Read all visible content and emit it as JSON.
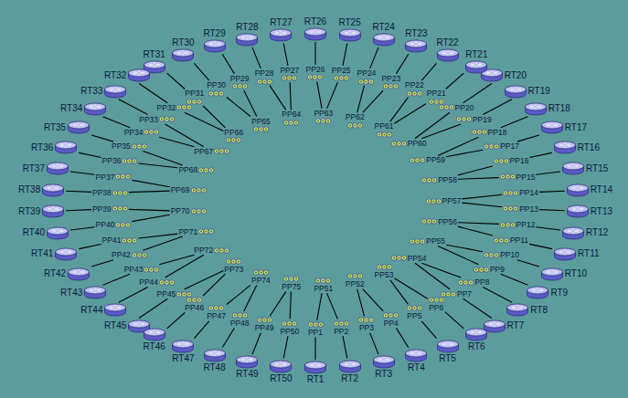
{
  "diagram": {
    "nodes": [
      {
        "text": [
          "RT1"
        ]
      },
      {
        "text": [
          "RT2"
        ]
      },
      {
        "text": [
          "RT3"
        ]
      },
      {
        "text": [
          "RT4"
        ]
      },
      {
        "text": [
          "RT5"
        ]
      },
      {
        "text": [
          "RT6"
        ]
      },
      {
        "text": [
          "RT7"
        ]
      },
      {
        "text": [
          "RT8"
        ]
      },
      {
        "text": [
          "RT9"
        ]
      },
      {
        "text": [
          "RT10"
        ]
      },
      {
        "text": [
          "RT11"
        ]
      },
      {
        "text": [
          "RT12"
        ]
      },
      {
        "text": [
          "RT13"
        ]
      },
      {
        "text": [
          "RT14"
        ]
      },
      {
        "text": [
          "RT15"
        ]
      },
      {
        "text": [
          "RT16"
        ]
      },
      {
        "text": [
          "RT17"
        ]
      },
      {
        "text": [
          "RT18"
        ]
      },
      {
        "text": [
          "RT19"
        ]
      },
      {
        "text": [
          "RT20"
        ]
      },
      {
        "text": [
          "RT21"
        ]
      },
      {
        "text": [
          "RT22"
        ]
      },
      {
        "text": [
          "RT23"
        ]
      },
      {
        "text": [
          "RT24"
        ]
      },
      {
        "text": [
          "RT25"
        ]
      },
      {
        "text": [
          "RT26"
        ]
      },
      {
        "text": [
          "RT27"
        ]
      },
      {
        "text": [
          "RT28"
        ]
      },
      {
        "text": [
          "RT29"
        ]
      },
      {
        "text": [
          "RT30"
        ]
      },
      {
        "text": [
          "RT31"
        ]
      },
      {
        "text": [
          "RT32"
        ]
      },
      {
        "text": [
          "RT33"
        ]
      },
      {
        "text": [
          "RT34"
        ]
      },
      {
        "text": [
          "RT35"
        ]
      },
      {
        "text": [
          "RT36"
        ]
      },
      {
        "text": [
          "RT37"
        ]
      },
      {
        "text": [
          "RT38"
        ]
      },
      {
        "text": [
          "RT39"
        ]
      },
      {
        "text": [
          "RT40"
        ]
      },
      {
        "text": [
          "RT41"
        ]
      },
      {
        "text": [
          "RT42"
        ]
      },
      {
        "text": [
          "RT43"
        ]
      },
      {
        "text": [
          "RT44"
        ]
      },
      {
        "text": [
          "RT45"
        ]
      },
      {
        "text": [
          "RT46"
        ]
      },
      {
        "text": [
          "RT47"
        ]
      },
      {
        "text": [
          "RT48"
        ]
      },
      {
        "text": [
          "RT49"
        ]
      },
      {
        "text": [
          "RT50"
        ]
      },
      {
        "text": [
          "PP1"
        ]
      },
      {
        "text": [
          "PP2"
        ]
      },
      {
        "text": [
          "PP3"
        ]
      },
      {
        "text": [
          "PP4"
        ]
      },
      {
        "text": [
          "PP5"
        ]
      },
      {
        "text": [
          "PP6"
        ]
      },
      {
        "text": [
          "PP7"
        ]
      },
      {
        "text": [
          "PP8"
        ]
      },
      {
        "text": [
          "PP9"
        ]
      },
      {
        "text": [
          "PP10"
        ]
      },
      {
        "text": [
          "PP11"
        ]
      },
      {
        "text": [
          "PP12"
        ]
      },
      {
        "text": [
          "PP13"
        ]
      },
      {
        "text": [
          "PP14"
        ]
      },
      {
        "text": [
          "PP15"
        ]
      },
      {
        "text": [
          "PP16"
        ]
      },
      {
        "text": [
          "PP17"
        ]
      },
      {
        "text": [
          "PP18"
        ]
      },
      {
        "text": [
          "PP19"
        ]
      },
      {
        "text": [
          "PP20"
        ]
      },
      {
        "text": [
          "PP21"
        ]
      },
      {
        "text": [
          "PP22"
        ]
      },
      {
        "text": [
          "PP23"
        ]
      },
      {
        "text": [
          "PP24"
        ]
      },
      {
        "text": [
          "PP25"
        ]
      },
      {
        "text": [
          "PP26"
        ]
      },
      {
        "text": [
          "PP27"
        ]
      },
      {
        "text": [
          "PP28"
        ]
      },
      {
        "text": [
          "PP29"
        ]
      },
      {
        "text": [
          "PP30"
        ]
      },
      {
        "text": [
          "PP31"
        ]
      },
      {
        "text": [
          "PP32"
        ]
      },
      {
        "text": [
          "PP33"
        ]
      },
      {
        "text": [
          "PP34"
        ]
      },
      {
        "text": [
          "PP35"
        ]
      },
      {
        "text": [
          "PP36"
        ]
      },
      {
        "text": [
          "PP37"
        ]
      },
      {
        "text": [
          "PP38"
        ]
      },
      {
        "text": [
          "PP39"
        ]
      },
      {
        "text": [
          "PP40"
        ]
      },
      {
        "text": [
          "PP41"
        ]
      },
      {
        "text": [
          "PP42"
        ]
      },
      {
        "text": [
          "PP43"
        ]
      },
      {
        "text": [
          "PP44"
        ]
      },
      {
        "text": [
          "PP45"
        ]
      },
      {
        "text": [
          "PP46"
        ]
      },
      {
        "text": [
          "PP47"
        ]
      },
      {
        "text": [
          "PP48"
        ]
      },
      {
        "text": [
          "PP49"
        ]
      },
      {
        "text": [
          "PP50"
        ]
      },
      {
        "text": [
          "PP51"
        ]
      },
      {
        "text": [
          "PP52"
        ]
      },
      {
        "text": [
          "PP53"
        ]
      },
      {
        "text": [
          "PP54"
        ]
      },
      {
        "text": [
          "PP55"
        ]
      },
      {
        "text": [
          "PP56"
        ]
      },
      {
        "text": [
          "PP57"
        ]
      },
      {
        "text": [
          "PP58"
        ]
      },
      {
        "text": [
          "PP59"
        ]
      },
      {
        "text": [
          "PP60"
        ]
      },
      {
        "text": [
          "PP61"
        ]
      },
      {
        "text": [
          "PP62"
        ]
      },
      {
        "text": [
          "PP63"
        ]
      },
      {
        "text": [
          "PP64"
        ]
      },
      {
        "text": [
          "PP65"
        ]
      },
      {
        "text": [
          "PP66"
        ]
      },
      {
        "text": [
          "PP67"
        ]
      },
      {
        "text": [
          "PP68"
        ]
      },
      {
        "text": [
          "PP69"
        ]
      },
      {
        "text": [
          "PP70"
        ]
      },
      {
        "text": [
          "PP71"
        ]
      },
      {
        "text": [
          "PP72"
        ]
      },
      {
        "text": [
          "PP73"
        ]
      },
      {
        "text": [
          "PP74"
        ]
      },
      {
        "text": [
          "PP75"
        ]
      }
    ],
    "edges": [
      {
        "from": 0,
        "to": 50,
        "arrow": "none"
      },
      {
        "from": 1,
        "to": 51,
        "arrow": "none"
      },
      {
        "from": 2,
        "to": 52,
        "arrow": "none"
      },
      {
        "from": 3,
        "to": 53,
        "arrow": "none"
      },
      {
        "from": 4,
        "to": 54,
        "arrow": "none"
      },
      {
        "from": 5,
        "to": 55,
        "arrow": "none"
      },
      {
        "from": 6,
        "to": 56,
        "arrow": "none"
      },
      {
        "from": 7,
        "to": 57,
        "arrow": "none"
      },
      {
        "from": 8,
        "to": 58,
        "arrow": "none"
      },
      {
        "from": 9,
        "to": 59,
        "arrow": "none"
      },
      {
        "from": 10,
        "to": 60,
        "arrow": "none"
      },
      {
        "from": 11,
        "to": 61,
        "arrow": "none"
      },
      {
        "from": 12,
        "to": 62,
        "arrow": "none"
      },
      {
        "from": 13,
        "to": 63,
        "arrow": "none"
      },
      {
        "from": 14,
        "to": 64,
        "arrow": "none"
      },
      {
        "from": 15,
        "to": 65,
        "arrow": "none"
      },
      {
        "from": 16,
        "to": 66,
        "arrow": "none"
      },
      {
        "from": 17,
        "to": 67,
        "arrow": "none"
      },
      {
        "from": 18,
        "to": 68,
        "arrow": "none"
      },
      {
        "from": 19,
        "to": 69,
        "arrow": "none"
      },
      {
        "from": 20,
        "to": 70,
        "arrow": "none"
      },
      {
        "from": 21,
        "to": 71,
        "arrow": "none"
      },
      {
        "from": 22,
        "to": 72,
        "arrow": "none"
      },
      {
        "from": 23,
        "to": 73,
        "arrow": "none"
      },
      {
        "from": 24,
        "to": 74,
        "arrow": "none"
      },
      {
        "from": 25,
        "to": 75,
        "arrow": "none"
      },
      {
        "from": 26,
        "to": 76,
        "arrow": "none"
      },
      {
        "from": 27,
        "to": 77,
        "arrow": "none"
      },
      {
        "from": 28,
        "to": 78,
        "arrow": "none"
      },
      {
        "from": 29,
        "to": 79,
        "arrow": "none"
      },
      {
        "from": 30,
        "to": 80,
        "arrow": "none"
      },
      {
        "from": 31,
        "to": 81,
        "arrow": "none"
      },
      {
        "from": 32,
        "to": 82,
        "arrow": "none"
      },
      {
        "from": 33,
        "to": 83,
        "arrow": "none"
      },
      {
        "from": 34,
        "to": 84,
        "arrow": "none"
      },
      {
        "from": 35,
        "to": 85,
        "arrow": "none"
      },
      {
        "from": 36,
        "to": 86,
        "arrow": "none"
      },
      {
        "from": 37,
        "to": 87,
        "arrow": "none"
      },
      {
        "from": 38,
        "to": 88,
        "arrow": "none"
      },
      {
        "from": 39,
        "to": 89,
        "arrow": "none"
      },
      {
        "from": 40,
        "to": 90,
        "arrow": "none"
      },
      {
        "from": 41,
        "to": 91,
        "arrow": "none"
      },
      {
        "from": 42,
        "to": 92,
        "arrow": "none"
      },
      {
        "from": 43,
        "to": 93,
        "arrow": "none"
      },
      {
        "from": 44,
        "to": 94,
        "arrow": "none"
      },
      {
        "from": 45,
        "to": 95,
        "arrow": "none"
      },
      {
        "from": 46,
        "to": 96,
        "arrow": "none"
      },
      {
        "from": 47,
        "to": 97,
        "arrow": "none"
      },
      {
        "from": 48,
        "to": 98,
        "arrow": "none"
      },
      {
        "from": 49,
        "to": 99,
        "arrow": "none"
      },
      {
        "from": 100,
        "to": 50,
        "arrow": "none"
      },
      {
        "from": 100,
        "to": 51,
        "arrow": "none"
      },
      {
        "from": 101,
        "to": 52,
        "arrow": "none"
      },
      {
        "from": 101,
        "to": 53,
        "arrow": "none"
      },
      {
        "from": 102,
        "to": 54,
        "arrow": "none"
      },
      {
        "from": 102,
        "to": 55,
        "arrow": "none"
      },
      {
        "from": 103,
        "to": 56,
        "arrow": "none"
      },
      {
        "from": 103,
        "to": 57,
        "arrow": "none"
      },
      {
        "from": 104,
        "to": 58,
        "arrow": "none"
      },
      {
        "from": 104,
        "to": 59,
        "arrow": "none"
      },
      {
        "from": 105,
        "to": 60,
        "arrow": "none"
      },
      {
        "from": 105,
        "to": 61,
        "arrow": "none"
      },
      {
        "from": 106,
        "to": 62,
        "arrow": "none"
      },
      {
        "from": 106,
        "to": 63,
        "arrow": "none"
      },
      {
        "from": 107,
        "to": 64,
        "arrow": "none"
      },
      {
        "from": 107,
        "to": 65,
        "arrow": "none"
      },
      {
        "from": 108,
        "to": 66,
        "arrow": "none"
      },
      {
        "from": 108,
        "to": 67,
        "arrow": "none"
      },
      {
        "from": 109,
        "to": 68,
        "arrow": "none"
      },
      {
        "from": 109,
        "to": 69,
        "arrow": "none"
      },
      {
        "from": 110,
        "to": 70,
        "arrow": "none"
      },
      {
        "from": 110,
        "to": 71,
        "arrow": "none"
      },
      {
        "from": 111,
        "to": 72,
        "arrow": "none"
      },
      {
        "from": 111,
        "to": 73,
        "arrow": "none"
      },
      {
        "from": 112,
        "to": 74,
        "arrow": "none"
      },
      {
        "from": 112,
        "to": 75,
        "arrow": "none"
      },
      {
        "from": 113,
        "to": 76,
        "arrow": "none"
      },
      {
        "from": 113,
        "to": 77,
        "arrow": "none"
      },
      {
        "from": 114,
        "to": 78,
        "arrow": "none"
      },
      {
        "from": 114,
        "to": 79,
        "arrow": "none"
      },
      {
        "from": 115,
        "to": 80,
        "arrow": "none"
      },
      {
        "from": 115,
        "to": 81,
        "arrow": "none"
      },
      {
        "from": 116,
        "to": 82,
        "arrow": "none"
      },
      {
        "from": 116,
        "to": 83,
        "arrow": "none"
      },
      {
        "from": 117,
        "to": 84,
        "arrow": "none"
      },
      {
        "from": 117,
        "to": 85,
        "arrow": "none"
      },
      {
        "from": 118,
        "to": 86,
        "arrow": "none"
      },
      {
        "from": 118,
        "to": 87,
        "arrow": "none"
      },
      {
        "from": 119,
        "to": 88,
        "arrow": "none"
      },
      {
        "from": 119,
        "to": 89,
        "arrow": "none"
      },
      {
        "from": 120,
        "to": 90,
        "arrow": "none"
      },
      {
        "from": 120,
        "to": 91,
        "arrow": "none"
      },
      {
        "from": 121,
        "to": 92,
        "arrow": "none"
      },
      {
        "from": 121,
        "to": 93,
        "arrow": "none"
      },
      {
        "from": 122,
        "to": 94,
        "arrow": "none"
      },
      {
        "from": 122,
        "to": 95,
        "arrow": "none"
      },
      {
        "from": 123,
        "to": 96,
        "arrow": "none"
      },
      {
        "from": 123,
        "to": 97,
        "arrow": "none"
      },
      {
        "from": 124,
        "to": 98,
        "arrow": "none"
      },
      {
        "from": 124,
        "to": 99,
        "arrow": "none"
      }
    ]
  }
}
